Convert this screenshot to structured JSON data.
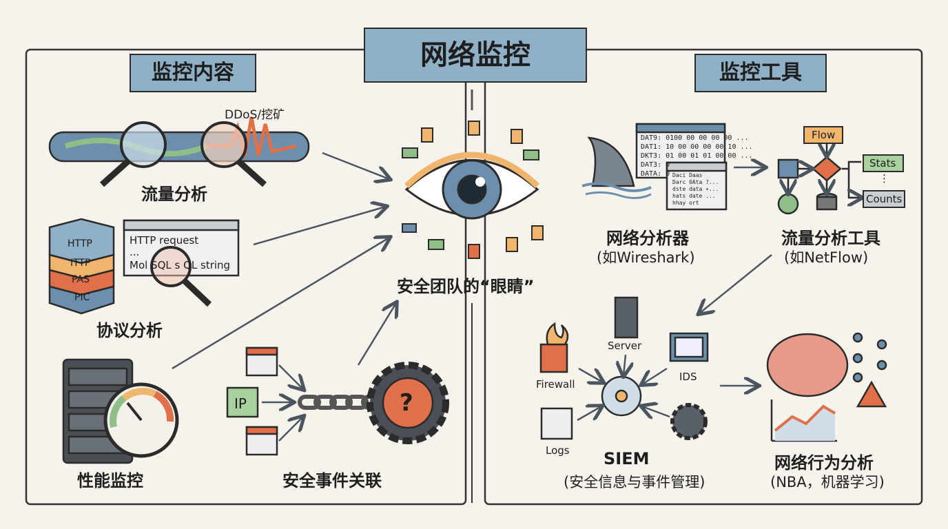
{
  "title": "网络监控",
  "colors": {
    "blue": "#8fb0c6",
    "orange": "#e8a35a",
    "red": "#e0704a",
    "green": "#8fbf87",
    "paper": "#f6f3ec"
  },
  "left": {
    "header": "监控内容",
    "traffic": {
      "tag": "DDoS/挖矿",
      "label": "流量分析"
    },
    "protocol": {
      "layers": [
        "HTTP",
        "ITTP",
        "PAS",
        "PIC"
      ],
      "window_lines": [
        "HTTP request",
        "...",
        "Mol SQL s QL string"
      ],
      "highlight": "SQL",
      "label": "协议分析"
    },
    "performance": {
      "label": "性能监控"
    },
    "correlation": {
      "ip": "IP",
      "question": "?",
      "label": "安全事件关联"
    }
  },
  "center": {
    "label": "安全团队的“眼睛”"
  },
  "right": {
    "header": "监控工具",
    "wireshark": {
      "dump": [
        "DAT9: 0100 00 00 00 00 ...",
        "DAT1: 10 00 00 00 00 10 ...",
        "DKT3: 01 00 01 01 00 00 ...",
        "DAT3: 0",
        "DATA: 0"
      ],
      "detail": [
        "Daci Daas",
        "Darc 0Ata ?...",
        "dste data +...",
        "hats date ...",
        "hhay ort"
      ],
      "label": "网络分析器",
      "sub": "(如Wireshark)"
    },
    "netflow": {
      "flow": "Flow",
      "stats": "Stats",
      "dots": "⋮",
      "counts": "Counts",
      "label": "流量分析工具",
      "sub": "(如NetFlow)"
    },
    "siem": {
      "server": "Server",
      "firewall": "Firewall",
      "ids": "IDS",
      "logs": "Logs",
      "label": "SIEM",
      "sub": "(安全信息与事件管理)"
    },
    "nba": {
      "label": "网络行为分析",
      "sub": "(NBA，机器学习)"
    }
  }
}
